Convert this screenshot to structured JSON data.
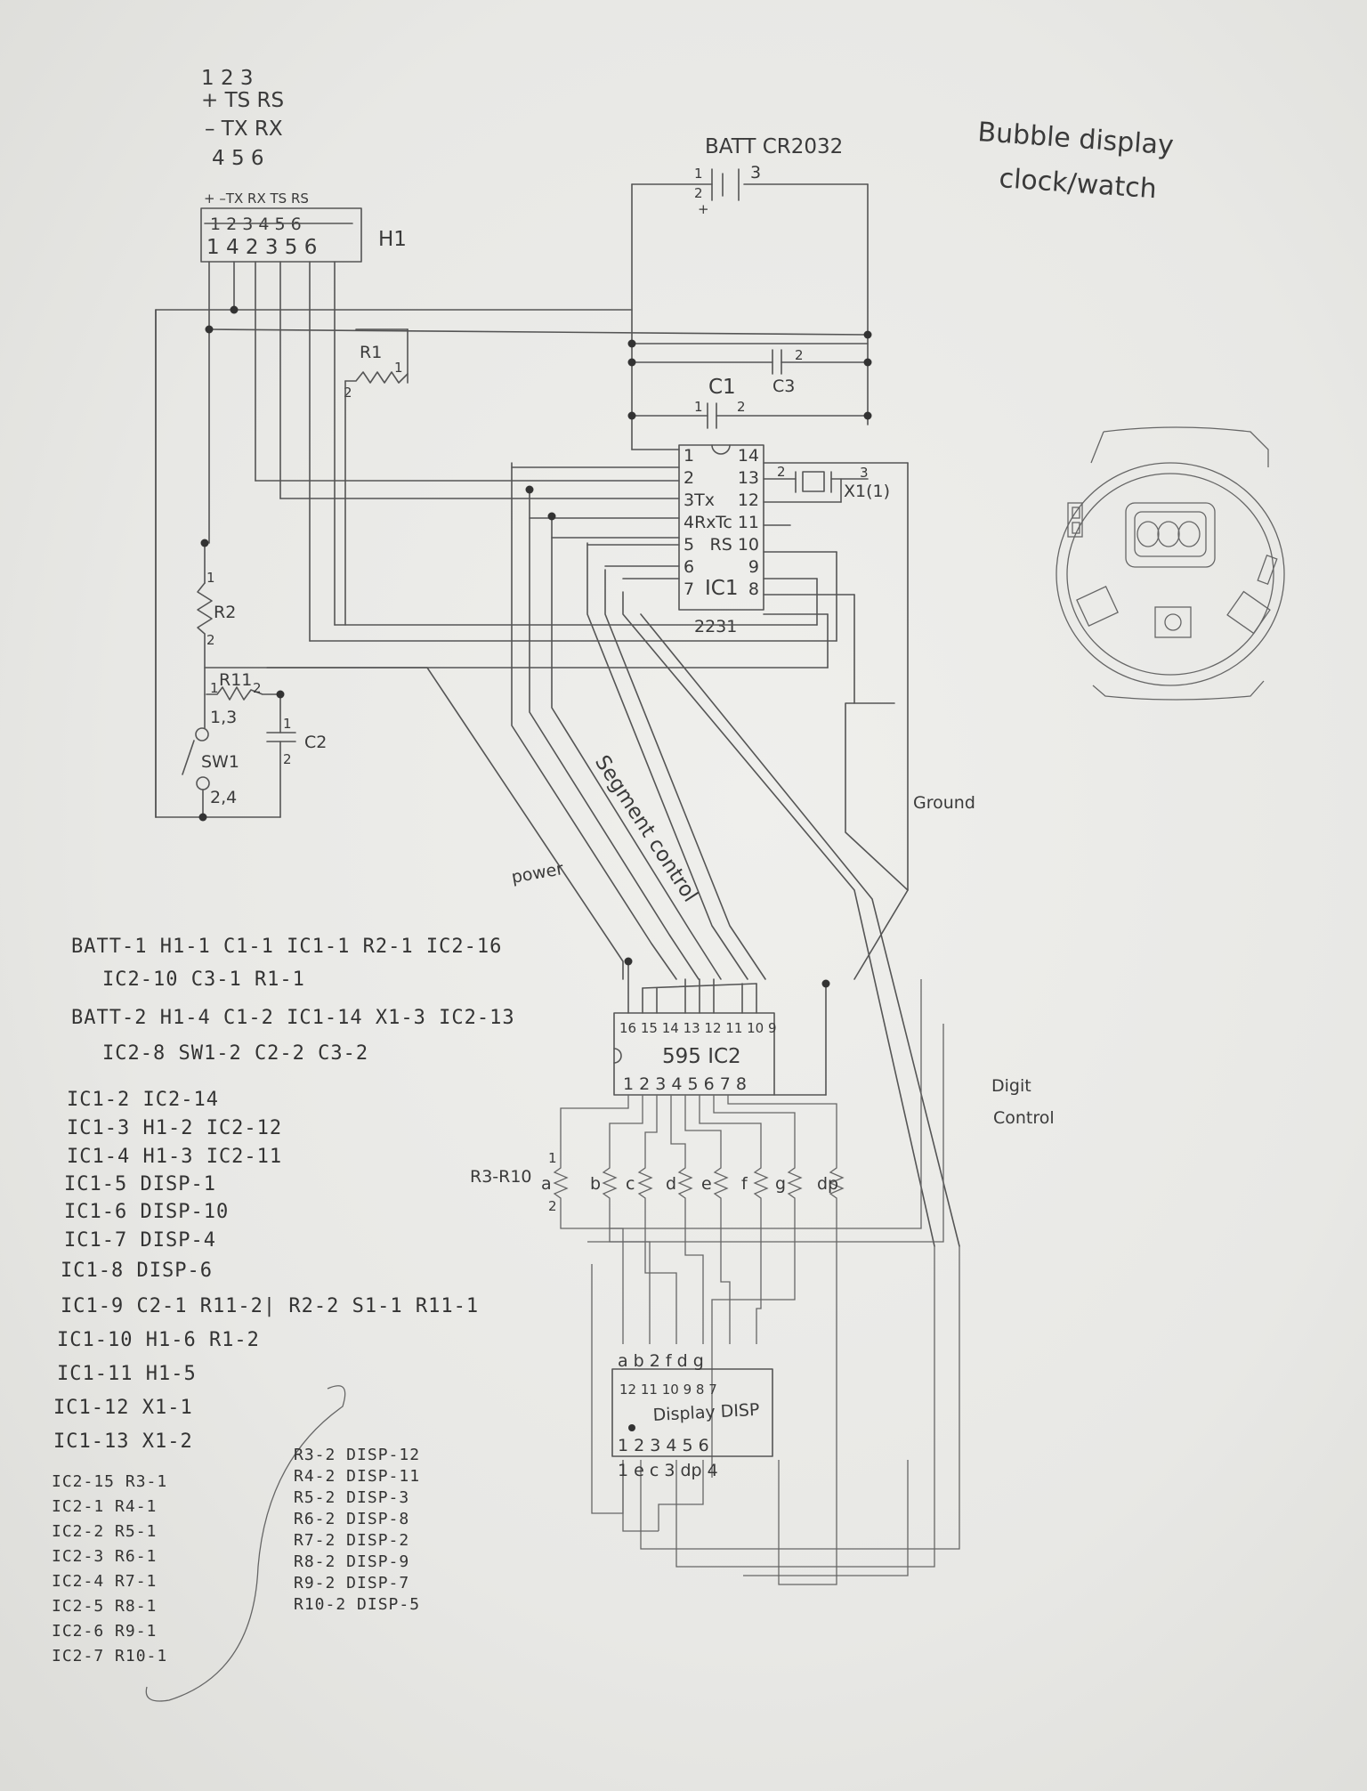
{
  "title_line1": "Bubble display",
  "title_line2": "clock/watch",
  "pin_legend": {
    "row1_nums": "1  2  3",
    "row1_sigs": "+  TS RS",
    "row2_sigs": "–  TX RX",
    "row2_nums": "4  5  6"
  },
  "header": {
    "name": "H1",
    "top_labels": "+ –TX RX TS RS",
    "struck_nums": "1 2 3 4 5 6",
    "pin_nums": "1 4 2 3 5 6"
  },
  "battery": {
    "label": "BATT CR2032",
    "pin1": "1",
    "pin2": "2",
    "pin3": "3",
    "plus": "+"
  },
  "caps": {
    "c3": "C3",
    "c3_pin2": "2",
    "c1": "C1",
    "c1_pin1": "1",
    "c1_pin2": "2",
    "c2": "C2",
    "c2_pin1": "1",
    "c2_pin2": "2"
  },
  "resistors": {
    "r1": "R1",
    "r1_p1": "1",
    "r1_p2": "2",
    "r2": "R2",
    "r2_p1": "1",
    "r2_p2": "2",
    "r11": "R11",
    "r11_p1": "1",
    "r11_p2": "2",
    "r3r10": "R3-R10"
  },
  "switch": {
    "label": "SW1",
    "top_pins": "1,3",
    "bottom_pins": "2,4"
  },
  "crystal": {
    "label": "X1(1)",
    "p2": "2",
    "p3": "3"
  },
  "ic1": {
    "part": "2231",
    "name": "IC1",
    "left_pins": [
      "1",
      "2",
      "3Tx",
      "4Rx",
      "5",
      "6",
      "7"
    ],
    "right_pins": [
      "14",
      "13",
      "12",
      "Tc 11",
      "RS 10",
      "9",
      "8"
    ]
  },
  "ic2": {
    "top_pins": "16 15 14 13 12 11 10 9",
    "name": "595 IC2",
    "bottom_pins": "1  2 3 4 5 6 7 8"
  },
  "res_letters": [
    "a",
    "b",
    "c",
    "d",
    "e",
    "f",
    "g",
    "dp"
  ],
  "res_pins": {
    "p1": "1",
    "p2": "2"
  },
  "display": {
    "top_letters": "a  b  2  f  d  g",
    "top_pins": "12 11 10 9  8  7",
    "name": "Display DISP",
    "bottom_pins": "1  2  3  4  5  6",
    "bottom_letters": "1  e  c  3  dp 4"
  },
  "wire_labels": {
    "power": "power",
    "segment": "Segment control",
    "ground": "Ground",
    "digit1": "Digit",
    "digit2": "Control"
  },
  "netlist": [
    "BATT-1  H1-1  C1-1  IC1-1  R2-1  IC2-16",
    "   IC2-10  C3-1  R1-1",
    "BATT-2  H1-4  C1-2  IC1-14  X1-3  IC2-13",
    "   IC2-8  SW1-2  C2-2  C3-2",
    "IC1-2  IC2-14",
    "IC1-3  H1-2  IC2-12",
    "IC1-4  H1-3  IC2-11",
    "IC1-5  DISP-1",
    "IC1-6  DISP-10",
    "IC1-7  DISP-4",
    "IC1-8  DISP-6",
    "IC1-9  C2-1  R11-2| R2-2  S1-1  R11-1",
    "IC1-10  H1-6  R1-2",
    "IC1-11  H1-5",
    "IC1-12  X1-1",
    "IC1-13  X1-2"
  ],
  "netlist_left": [
    "IC2-15  R3-1",
    "IC2-1   R4-1",
    "IC2-2   R5-1",
    "IC2-3   R6-1",
    "IC2-4   R7-1",
    "IC2-5   R8-1",
    "IC2-6   R9-1",
    "IC2-7   R10-1"
  ],
  "netlist_right": [
    "R3-2   DISP-12",
    "R4-2   DISP-11",
    "R5-2   DISP-3",
    "R6-2   DISP-8",
    "R7-2   DISP-2",
    "R8-2   DISP-9",
    "R9-2   DISP-7",
    "R10-2  DISP-5"
  ]
}
